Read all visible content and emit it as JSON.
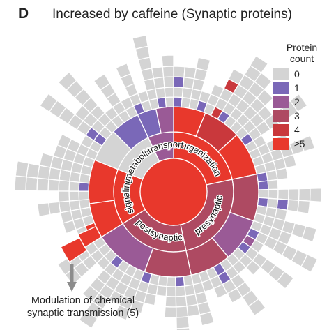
{
  "panel_letter": "D",
  "chart_data": {
    "type": "sunburst",
    "title": "Increased by caffeine (Synaptic proteins)",
    "legend": {
      "title": "Protein count",
      "placement": "right",
      "entries": [
        {
          "label": "0",
          "color": "#d4d4d4"
        },
        {
          "label": "1",
          "color": "#7a68b8"
        },
        {
          "label": "2",
          "color": "#9a5a96"
        },
        {
          "label": "3",
          "color": "#ae4a62"
        },
        {
          "label": "4",
          "color": "#c9383c"
        },
        {
          "label": "≥5",
          "color": "#e8382c"
        }
      ]
    },
    "center": {
      "count_level": 5
    },
    "categories": [
      {
        "label": "organization",
        "count_level": 5
      },
      {
        "label": "presynaptic",
        "count_level": 3
      },
      {
        "label": "postsynaptic",
        "count_level": 3
      },
      {
        "label": "signaling",
        "count_level": 5
      },
      {
        "label": "metabolism",
        "count_level": 0
      },
      {
        "label": "transport",
        "count_level": 2
      }
    ],
    "callout": {
      "label": "Modulation of chemical synaptic transmission (5)",
      "count_level": 5
    }
  },
  "callout_lines": [
    "Modulation of chemical",
    "synaptic transmission (5)"
  ],
  "colors": {
    "stroke": "#ffffff",
    "arrow": "#8c8c8c"
  }
}
